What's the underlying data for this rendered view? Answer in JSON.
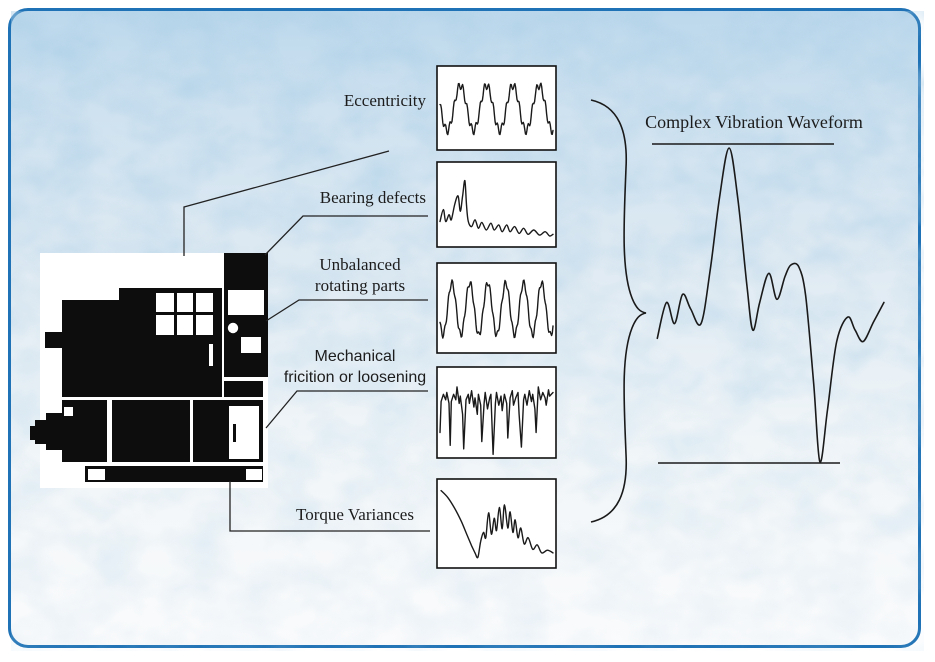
{
  "figure": {
    "output_title": "Complex Vibration Waveform",
    "sources": [
      {
        "id": "eccentricity",
        "label": "Eccentricity"
      },
      {
        "id": "bearing-defects",
        "label": "Bearing defects"
      },
      {
        "id": "unbalanced-rotating-parts",
        "label": "Unbalanced",
        "label2": "rotating parts"
      },
      {
        "id": "mechanical-friction-or-loosening",
        "label": "Mechanical",
        "label2": "fricition or loosening"
      },
      {
        "id": "torque-variances",
        "label": "Torque Variances"
      }
    ],
    "machine": {
      "name": "machine-tool-silhouette"
    },
    "colors": {
      "panel_border": "#1f72b5",
      "paper_blue_top": "#bcd8ec",
      "ink": "#1c1c1c",
      "machine_black": "#0d0d0d",
      "box_fill": "#ffffff"
    },
    "waves": {
      "eccentricity": {
        "kind": "sine",
        "cycles": 4.3,
        "amp": 0.27,
        "mid": 0.5,
        "phase": 2.99,
        "ripple_amp": 0.05,
        "ripple_freq": 26
      },
      "bearing": {
        "kind": "points",
        "smooth": true,
        "points": [
          [
            0,
            0.7
          ],
          [
            0.03,
            0.56
          ],
          [
            0.05,
            0.7
          ],
          [
            0.08,
            0.62
          ],
          [
            0.1,
            0.68
          ],
          [
            0.13,
            0.5
          ],
          [
            0.16,
            0.4
          ],
          [
            0.18,
            0.58
          ],
          [
            0.2,
            0.4
          ],
          [
            0.22,
            0.22
          ],
          [
            0.235,
            0.52
          ],
          [
            0.25,
            0.7
          ],
          [
            0.28,
            0.76
          ],
          [
            0.31,
            0.68
          ],
          [
            0.34,
            0.78
          ],
          [
            0.37,
            0.71
          ],
          [
            0.41,
            0.8
          ],
          [
            0.45,
            0.72
          ],
          [
            0.48,
            0.8
          ],
          [
            0.52,
            0.74
          ],
          [
            0.55,
            0.82
          ],
          [
            0.59,
            0.74
          ],
          [
            0.62,
            0.82
          ],
          [
            0.66,
            0.76
          ],
          [
            0.7,
            0.84
          ],
          [
            0.74,
            0.78
          ],
          [
            0.78,
            0.85
          ],
          [
            0.83,
            0.8
          ],
          [
            0.88,
            0.86
          ],
          [
            0.93,
            0.82
          ],
          [
            0.97,
            0.87
          ],
          [
            1,
            0.85
          ]
        ]
      },
      "unbalanced": {
        "kind": "sine",
        "cycles": 6.3,
        "amp": 0.29,
        "mid": 0.51,
        "phase": -2.6,
        "ripple_amp": 0.035,
        "ripple_freq": 30
      },
      "mechanical": {
        "kind": "points",
        "smooth": false,
        "points": [
          [
            0,
            0.72
          ],
          [
            0.01,
            0.38
          ],
          [
            0.03,
            0.3
          ],
          [
            0.05,
            0.36
          ],
          [
            0.06,
            0.28
          ],
          [
            0.08,
            0.4
          ],
          [
            0.09,
            0.86
          ],
          [
            0.1,
            0.38
          ],
          [
            0.12,
            0.3
          ],
          [
            0.14,
            0.36
          ],
          [
            0.15,
            0.22
          ],
          [
            0.17,
            0.4
          ],
          [
            0.18,
            0.32
          ],
          [
            0.2,
            0.52
          ],
          [
            0.21,
            0.9
          ],
          [
            0.23,
            0.36
          ],
          [
            0.25,
            0.3
          ],
          [
            0.26,
            0.4
          ],
          [
            0.28,
            0.26
          ],
          [
            0.3,
            0.44
          ],
          [
            0.31,
            0.34
          ],
          [
            0.33,
            0.52
          ],
          [
            0.34,
            0.3
          ],
          [
            0.36,
            0.42
          ],
          [
            0.37,
            0.82
          ],
          [
            0.39,
            0.4
          ],
          [
            0.4,
            0.28
          ],
          [
            0.42,
            0.46
          ],
          [
            0.44,
            0.34
          ],
          [
            0.45,
            0.3
          ],
          [
            0.47,
            0.96
          ],
          [
            0.49,
            0.4
          ],
          [
            0.5,
            0.28
          ],
          [
            0.52,
            0.42
          ],
          [
            0.54,
            0.32
          ],
          [
            0.55,
            0.48
          ],
          [
            0.57,
            0.3
          ],
          [
            0.59,
            0.4
          ],
          [
            0.6,
            0.78
          ],
          [
            0.62,
            0.34
          ],
          [
            0.64,
            0.26
          ],
          [
            0.65,
            0.42
          ],
          [
            0.67,
            0.34
          ],
          [
            0.69,
            0.28
          ],
          [
            0.7,
            0.52
          ],
          [
            0.72,
            0.88
          ],
          [
            0.74,
            0.36
          ],
          [
            0.75,
            0.3
          ],
          [
            0.77,
            0.42
          ],
          [
            0.79,
            0.26
          ],
          [
            0.81,
            0.38
          ],
          [
            0.82,
            0.3
          ],
          [
            0.84,
            0.46
          ],
          [
            0.85,
            0.72
          ],
          [
            0.87,
            0.22
          ],
          [
            0.89,
            0.36
          ],
          [
            0.91,
            0.28
          ],
          [
            0.93,
            0.34
          ],
          [
            0.94,
            0.42
          ],
          [
            0.96,
            0.25
          ],
          [
            0.97,
            0.32
          ],
          [
            1,
            0.28
          ]
        ]
      },
      "torque": {
        "kind": "points",
        "smooth": true,
        "points": [
          [
            0.01,
            0.13
          ],
          [
            0.07,
            0.21
          ],
          [
            0.13,
            0.33
          ],
          [
            0.19,
            0.48
          ],
          [
            0.24,
            0.63
          ],
          [
            0.28,
            0.75
          ],
          [
            0.31,
            0.83
          ],
          [
            0.335,
            0.88
          ],
          [
            0.36,
            0.7
          ],
          [
            0.385,
            0.6
          ],
          [
            0.405,
            0.66
          ],
          [
            0.43,
            0.38
          ],
          [
            0.455,
            0.62
          ],
          [
            0.48,
            0.44
          ],
          [
            0.5,
            0.58
          ],
          [
            0.525,
            0.32
          ],
          [
            0.55,
            0.56
          ],
          [
            0.57,
            0.29
          ],
          [
            0.6,
            0.55
          ],
          [
            0.62,
            0.37
          ],
          [
            0.645,
            0.6
          ],
          [
            0.665,
            0.46
          ],
          [
            0.69,
            0.66
          ],
          [
            0.715,
            0.55
          ],
          [
            0.745,
            0.73
          ],
          [
            0.78,
            0.66
          ],
          [
            0.82,
            0.79
          ],
          [
            0.86,
            0.74
          ],
          [
            0.9,
            0.83
          ],
          [
            0.95,
            0.8
          ],
          [
            1,
            0.83
          ]
        ]
      },
      "complex": {
        "kind": "points",
        "smooth": true,
        "points": [
          [
            0.01,
            0.61
          ],
          [
            0.05,
            0.5
          ],
          [
            0.085,
            0.565
          ],
          [
            0.12,
            0.475
          ],
          [
            0.155,
            0.52
          ],
          [
            0.2,
            0.565
          ],
          [
            0.24,
            0.4
          ],
          [
            0.28,
            0.18
          ],
          [
            0.322,
            0.025
          ],
          [
            0.36,
            0.18
          ],
          [
            0.4,
            0.45
          ],
          [
            0.425,
            0.585
          ],
          [
            0.455,
            0.5
          ],
          [
            0.495,
            0.41
          ],
          [
            0.53,
            0.49
          ],
          [
            0.565,
            0.42
          ],
          [
            0.59,
            0.385
          ],
          [
            0.625,
            0.39
          ],
          [
            0.655,
            0.48
          ],
          [
            0.69,
            0.75
          ],
          [
            0.717,
            0.99
          ],
          [
            0.75,
            0.83
          ],
          [
            0.79,
            0.62
          ],
          [
            0.838,
            0.545
          ],
          [
            0.87,
            0.585
          ],
          [
            0.905,
            0.62
          ],
          [
            0.95,
            0.56
          ],
          [
            0.995,
            0.5
          ]
        ]
      }
    }
  }
}
